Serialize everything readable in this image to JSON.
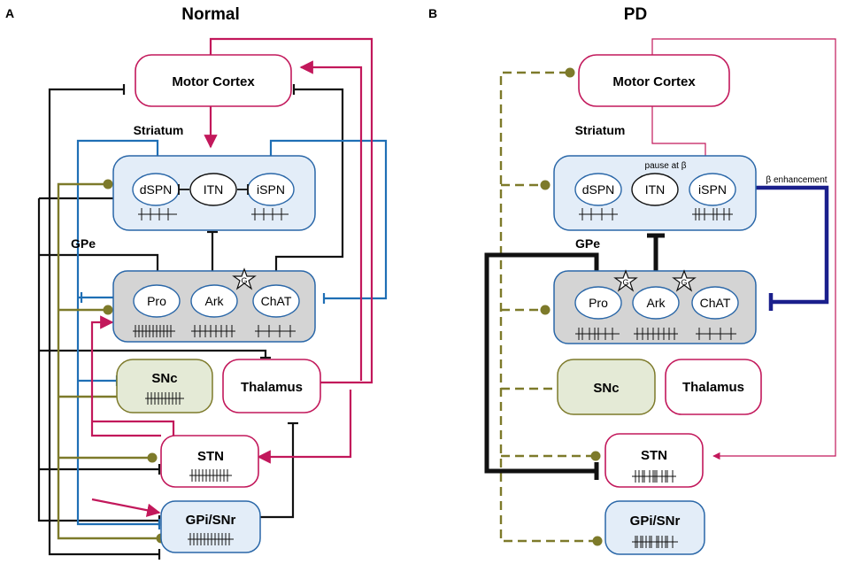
{
  "panels": [
    {
      "letter": "A",
      "title": "Normal",
      "labels": {
        "cortex": "Motor Cortex",
        "striatum": "Striatum",
        "gpe": "GPe",
        "snc": "SNc",
        "thalamus": "Thalamus",
        "stn": "STN",
        "gpi": "GPi/SNr"
      },
      "striatum_cells": [
        "dSPN",
        "ITN",
        "iSPN"
      ],
      "gpe_cells": [
        "Pro",
        "Ark",
        "ChAT"
      ],
      "glia_symbol": "G"
    },
    {
      "letter": "B",
      "title": "PD",
      "labels": {
        "cortex": "Motor Cortex",
        "striatum": "Striatum",
        "gpe": "GPe",
        "snc": "SNc",
        "thalamus": "Thalamus",
        "stn": "STN",
        "gpi": "GPi/SNr"
      },
      "striatum_cells": [
        "dSPN",
        "ITN",
        "iSPN"
      ],
      "gpe_cells": [
        "Pro",
        "Ark",
        "ChAT"
      ],
      "glia_symbol": "G",
      "annotations": {
        "pause": "pause at β",
        "enhancement": "β enhancement"
      }
    }
  ],
  "colors": {
    "excitatory": "#c2185b",
    "inhibitory": "#111111",
    "striatal_inhibitory": "#1f6fb5",
    "dopamine": "#7d7a2a",
    "beta": "#1a1f8c",
    "box_pink": "#c2185b",
    "box_blue_fill": "#e3edf8",
    "box_blue_stroke": "#2a67a8",
    "box_gray_fill": "#d4d4d4",
    "box_snc_fill": "#e4ead6",
    "box_snc_stroke": "#7d7a2a"
  }
}
